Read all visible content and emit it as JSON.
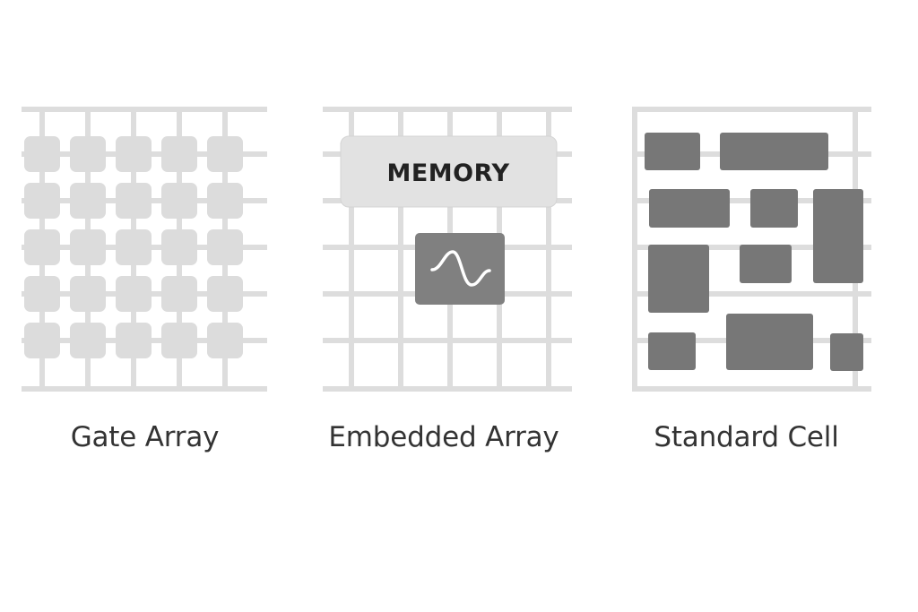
{
  "panels": [
    {
      "id": "gate-array",
      "caption": "Gate Array"
    },
    {
      "id": "embedded-array",
      "caption": "Embedded Array",
      "memory_label": "MEMORY",
      "analog_block_icon": "sine-wave-icon"
    },
    {
      "id": "standard-cell",
      "caption": "Standard Cell"
    }
  ],
  "colors": {
    "grid_line": "#dddddd",
    "gate_cell": "#dcdcdc",
    "memory_block": "#e2e2e2",
    "analog_block": "#808080",
    "standard_cell_block": "#777777",
    "caption_text": "#333333",
    "background": "#ffffff"
  }
}
